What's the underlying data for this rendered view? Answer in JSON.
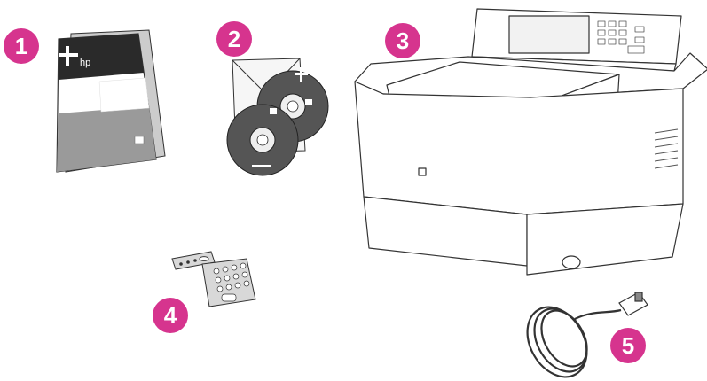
{
  "callouts": [
    {
      "number": "1",
      "item": "manual"
    },
    {
      "number": "2",
      "item": "cds"
    },
    {
      "number": "3",
      "item": "device"
    },
    {
      "number": "4",
      "item": "overlays"
    },
    {
      "number": "5",
      "item": "power-cord"
    }
  ],
  "colors": {
    "callout": "#d6348e",
    "line": "#333333",
    "booklet_dark": "#2a2a2a",
    "booklet_gray": "#9a9a9a",
    "disc_dark": "#555555"
  },
  "logo_text": "hp"
}
